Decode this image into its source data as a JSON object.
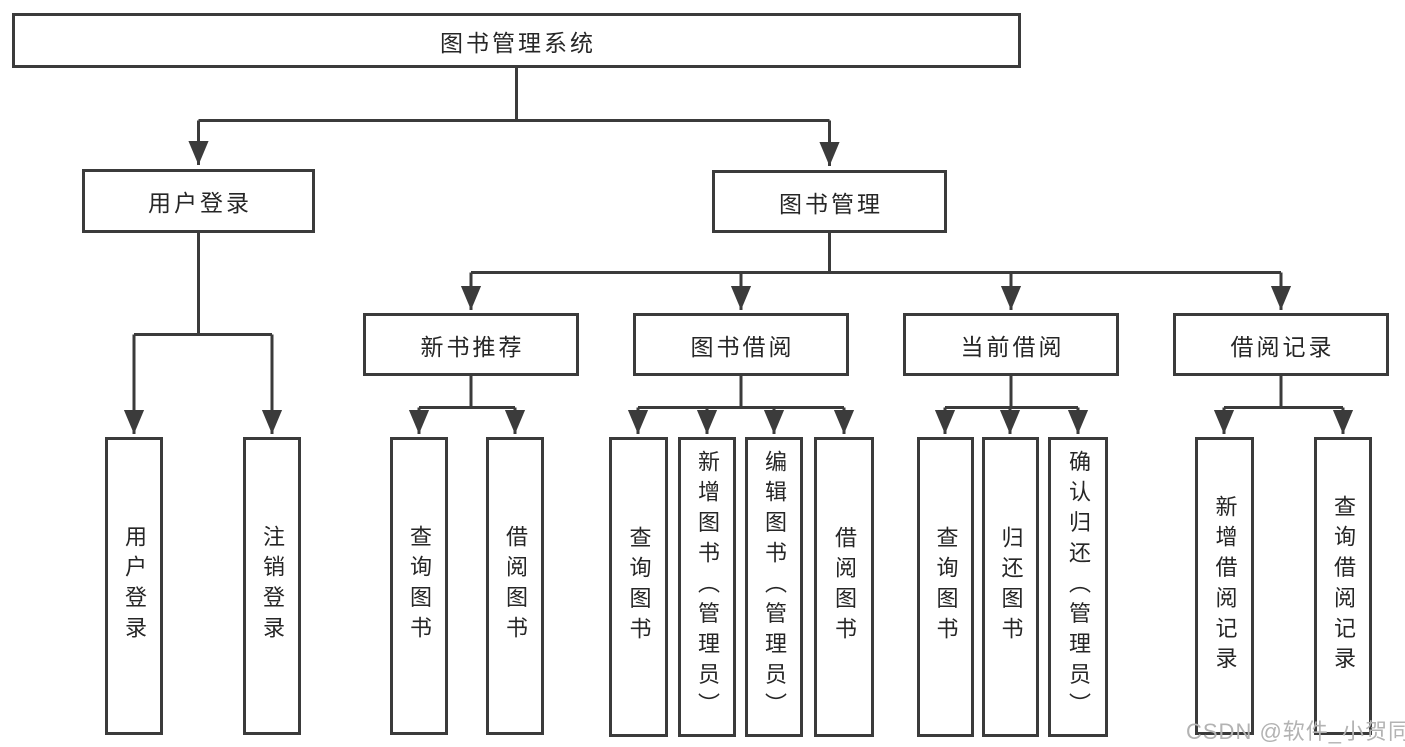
{
  "diagram": {
    "type": "hierarchy-tree",
    "colors": {
      "line": "#3b3b3b",
      "text": "#262626",
      "watermark": "#b3b3b3",
      "background": "#ffffff"
    },
    "tree": {
      "root": {
        "label": "图书管理系统",
        "children": [
          {
            "label": "用户登录",
            "children": [
              {
                "label": "用户登录"
              },
              {
                "label": "注销登录"
              }
            ]
          },
          {
            "label": "图书管理",
            "children": [
              {
                "label": "新书推荐",
                "children": [
                  {
                    "label": "查询图书"
                  },
                  {
                    "label": "借阅图书"
                  }
                ]
              },
              {
                "label": "图书借阅",
                "children": [
                  {
                    "label": "查询图书"
                  },
                  {
                    "label": "新增图书（管理员）"
                  },
                  {
                    "label": "编辑图书（管理员）"
                  },
                  {
                    "label": "借阅图书"
                  }
                ]
              },
              {
                "label": "当前借阅",
                "children": [
                  {
                    "label": "查询图书"
                  },
                  {
                    "label": "归还图书"
                  },
                  {
                    "label": "确认归还（管理员）"
                  }
                ]
              },
              {
                "label": "借阅记录",
                "children": [
                  {
                    "label": "新增借阅记录"
                  },
                  {
                    "label": "查询借阅记录"
                  }
                ]
              }
            ]
          }
        ]
      }
    },
    "watermark": "CSDN @软件_小贺同学"
  }
}
